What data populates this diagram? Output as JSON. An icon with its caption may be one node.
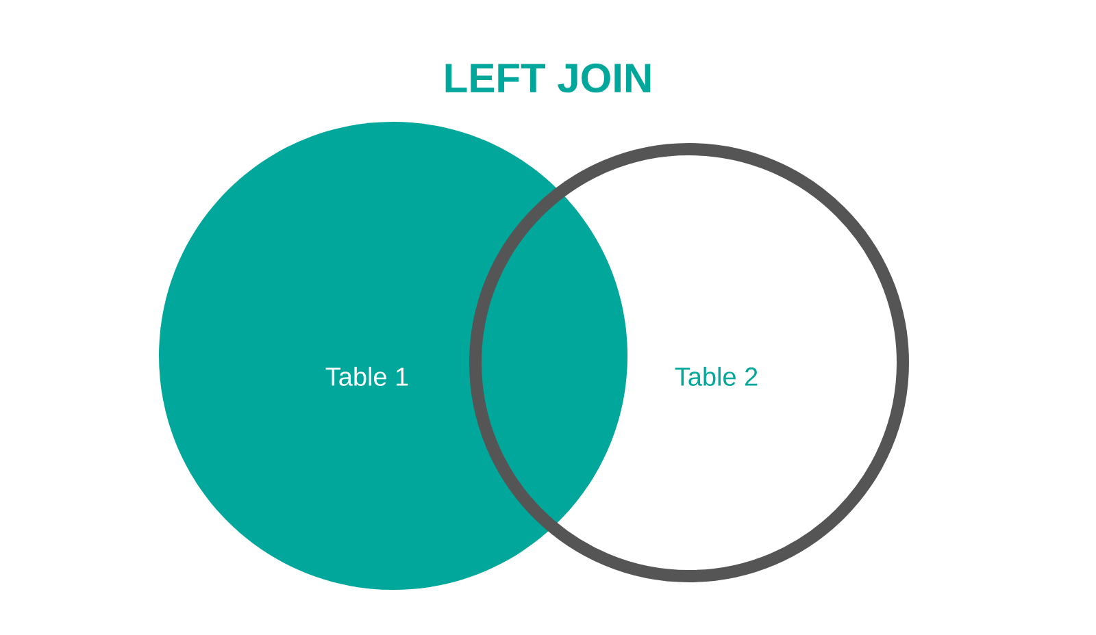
{
  "diagram": {
    "title": "LEFT JOIN",
    "nodes": [
      {
        "text": [
          "Table 1"
        ]
      },
      {
        "text": [
          "Table 2"
        ]
      }
    ]
  }
}
